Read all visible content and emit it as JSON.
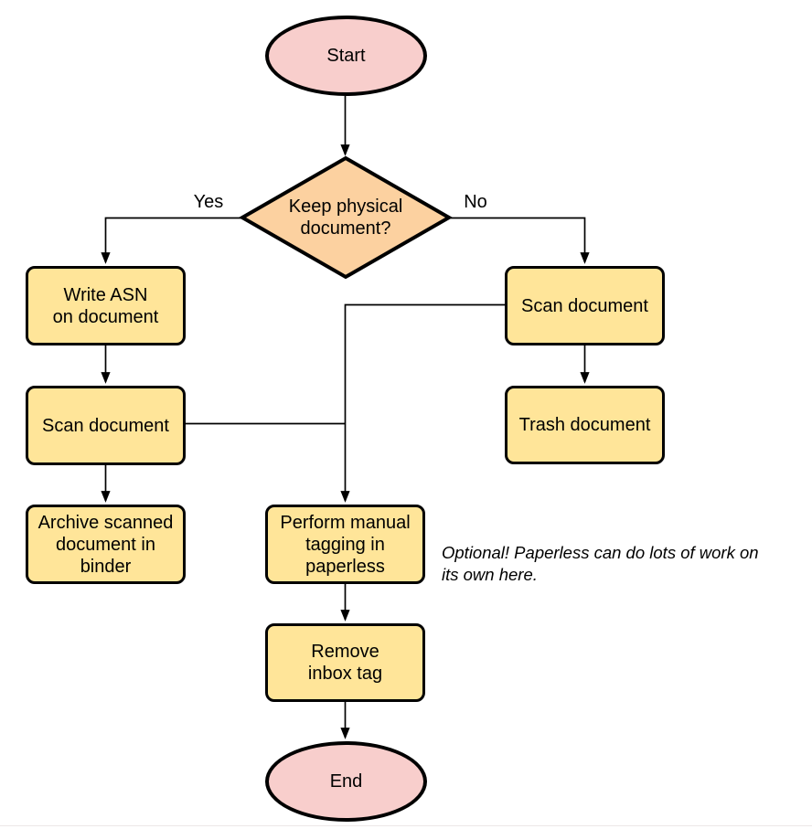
{
  "page": {
    "background": "#ffffff",
    "bottom_divider_color": "#ece7e7"
  },
  "flowchart": {
    "stroke_color": "#000000",
    "nodes": {
      "start": {
        "type": "terminator",
        "fill": "#f8cecc",
        "label": "Start"
      },
      "decision": {
        "type": "decision",
        "fill": "#fcd1a0",
        "label": [
          "Keep physical",
          "document?"
        ]
      },
      "write_asn": {
        "type": "process",
        "fill": "#ffe599",
        "label": [
          "Write ASN",
          "on document"
        ]
      },
      "scan_left": {
        "type": "process",
        "fill": "#ffe599",
        "label": "Scan document"
      },
      "archive": {
        "type": "process",
        "fill": "#ffe599",
        "label": [
          "Archive scanned",
          "document in",
          "binder"
        ]
      },
      "scan_right": {
        "type": "process",
        "fill": "#ffe599",
        "label": "Scan document"
      },
      "trash": {
        "type": "process",
        "fill": "#ffe599",
        "label": "Trash document"
      },
      "tagging": {
        "type": "process",
        "fill": "#ffe599",
        "label": [
          "Perform manual",
          "tagging in",
          "paperless"
        ]
      },
      "remove_inbox": {
        "type": "process",
        "fill": "#ffe599",
        "label": [
          "Remove",
          "inbox tag"
        ]
      },
      "end": {
        "type": "terminator",
        "fill": "#f8cecc",
        "label": "End"
      }
    },
    "edge_labels": {
      "yes": "Yes",
      "no": "No"
    },
    "edges": [
      {
        "from": "start",
        "to": "decision"
      },
      {
        "from": "decision",
        "to": "write_asn",
        "label": "Yes"
      },
      {
        "from": "decision",
        "to": "scan_right",
        "label": "No"
      },
      {
        "from": "write_asn",
        "to": "scan_left"
      },
      {
        "from": "scan_left",
        "to": "archive"
      },
      {
        "from": "scan_left",
        "to": "tagging"
      },
      {
        "from": "scan_right",
        "to": "trash"
      },
      {
        "from": "scan_right",
        "to": "tagging"
      },
      {
        "from": "tagging",
        "to": "remove_inbox"
      },
      {
        "from": "remove_inbox",
        "to": "end"
      }
    ],
    "note": {
      "lines": [
        "Optional! Paperless can do lots of work on",
        "its own here."
      ]
    }
  }
}
